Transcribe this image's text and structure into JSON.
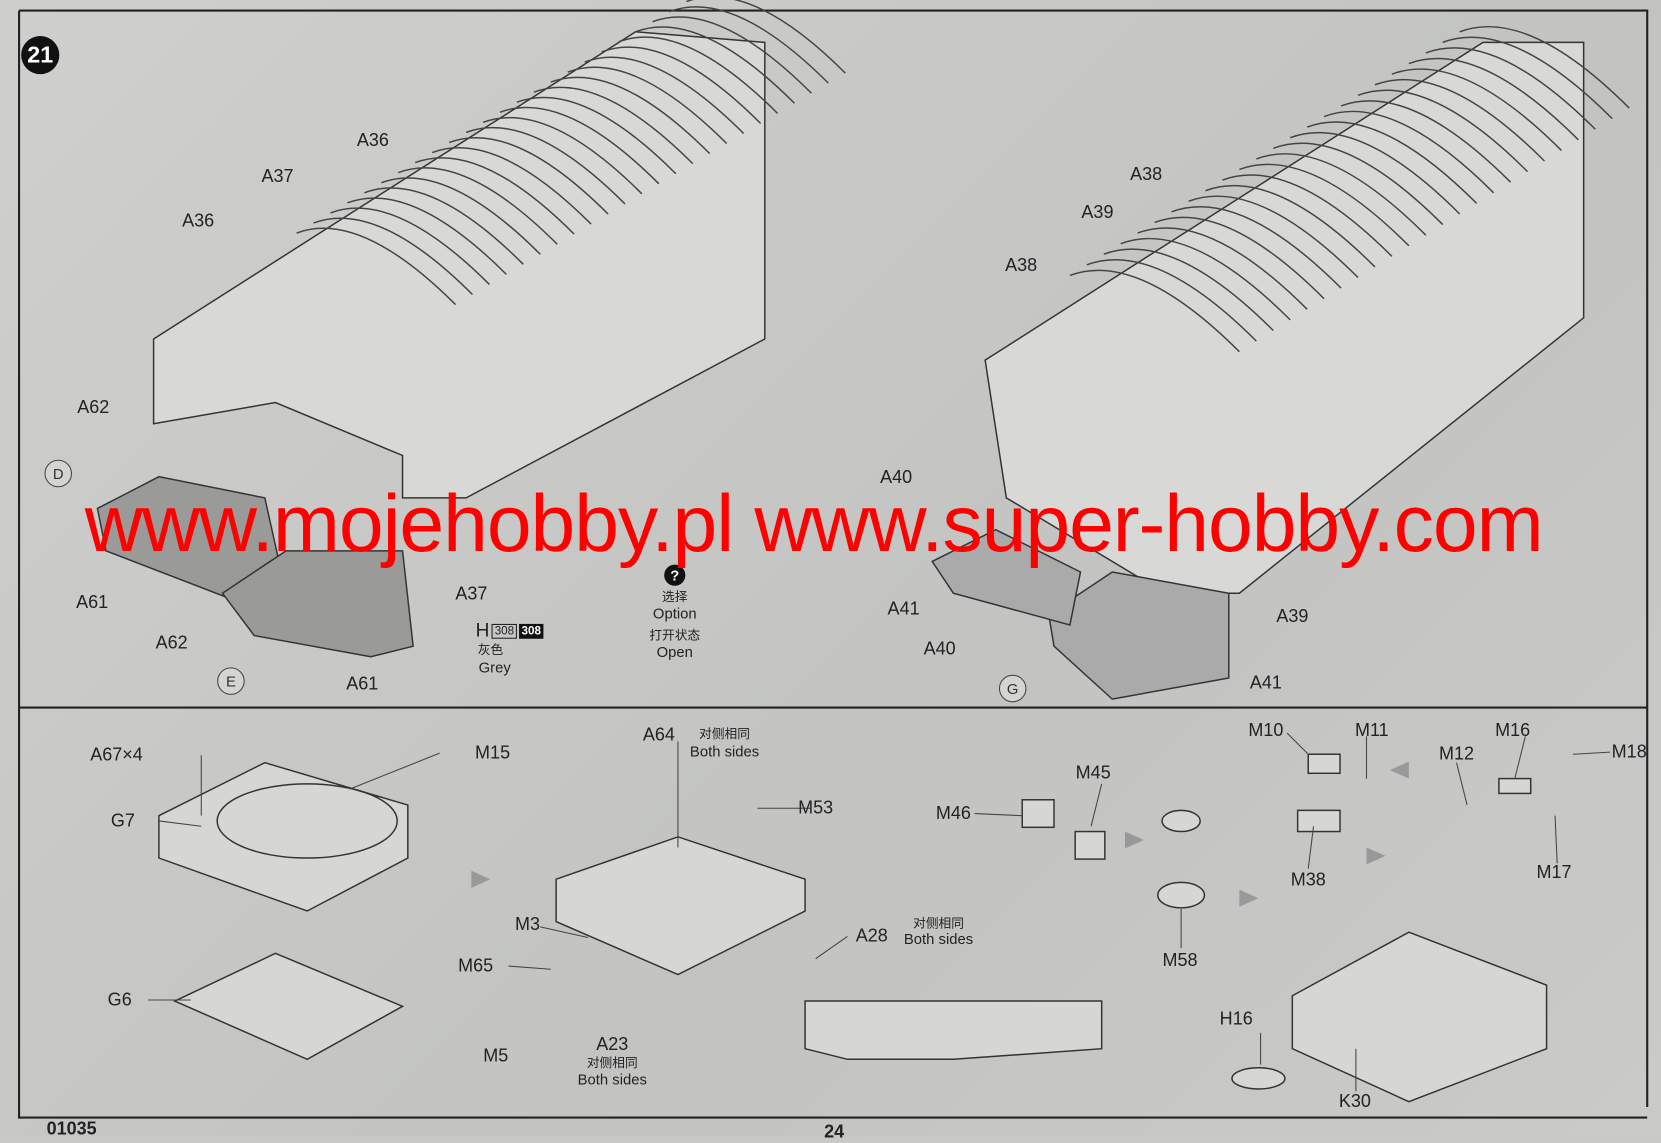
{
  "step": "21",
  "top_left": {
    "labels": [
      "A36",
      "A37",
      "A36",
      "A62",
      "A61",
      "A62",
      "A61",
      "A37"
    ],
    "markers": [
      "D",
      "E"
    ],
    "paint": {
      "prefix": "H",
      "code1": "308",
      "code2": "308",
      "cn": "灰色",
      "en": "Grey"
    },
    "option": {
      "icon": "?",
      "cn1": "选择",
      "en1": "Option",
      "cn2": "打开状态",
      "en2": "Open"
    }
  },
  "top_right": {
    "labels": [
      "A38",
      "A39",
      "A38",
      "A40",
      "A41",
      "A40",
      "A39",
      "A41"
    ],
    "markers": [
      "G"
    ]
  },
  "bottom": {
    "left": {
      "a67": "A67×4",
      "m15": "M15",
      "g7": "G7",
      "g6": "G6"
    },
    "middle": {
      "a64": "A64",
      "a64_cn": "对侧相同",
      "a64_en": "Both sides",
      "m53": "M53",
      "m3": "M3",
      "m65": "M65",
      "m5": "M5",
      "a23": "A23",
      "a23_cn": "对侧相同",
      "a23_en": "Both sides",
      "a28": "A28",
      "a28_cn": "对侧相同",
      "a28_en": "Both sides"
    },
    "right": {
      "m46": "M46",
      "m45": "M45",
      "m58": "M58",
      "m10": "M10",
      "m11": "M11",
      "m16": "M16",
      "m12": "M12",
      "m18": "M18",
      "m38": "M38",
      "m17": "M17",
      "h16": "H16",
      "k30": "K30"
    }
  },
  "watermark": "www.mojehobby.pl www.super-hobby.com",
  "footer": {
    "code": "01035",
    "page": "24"
  }
}
